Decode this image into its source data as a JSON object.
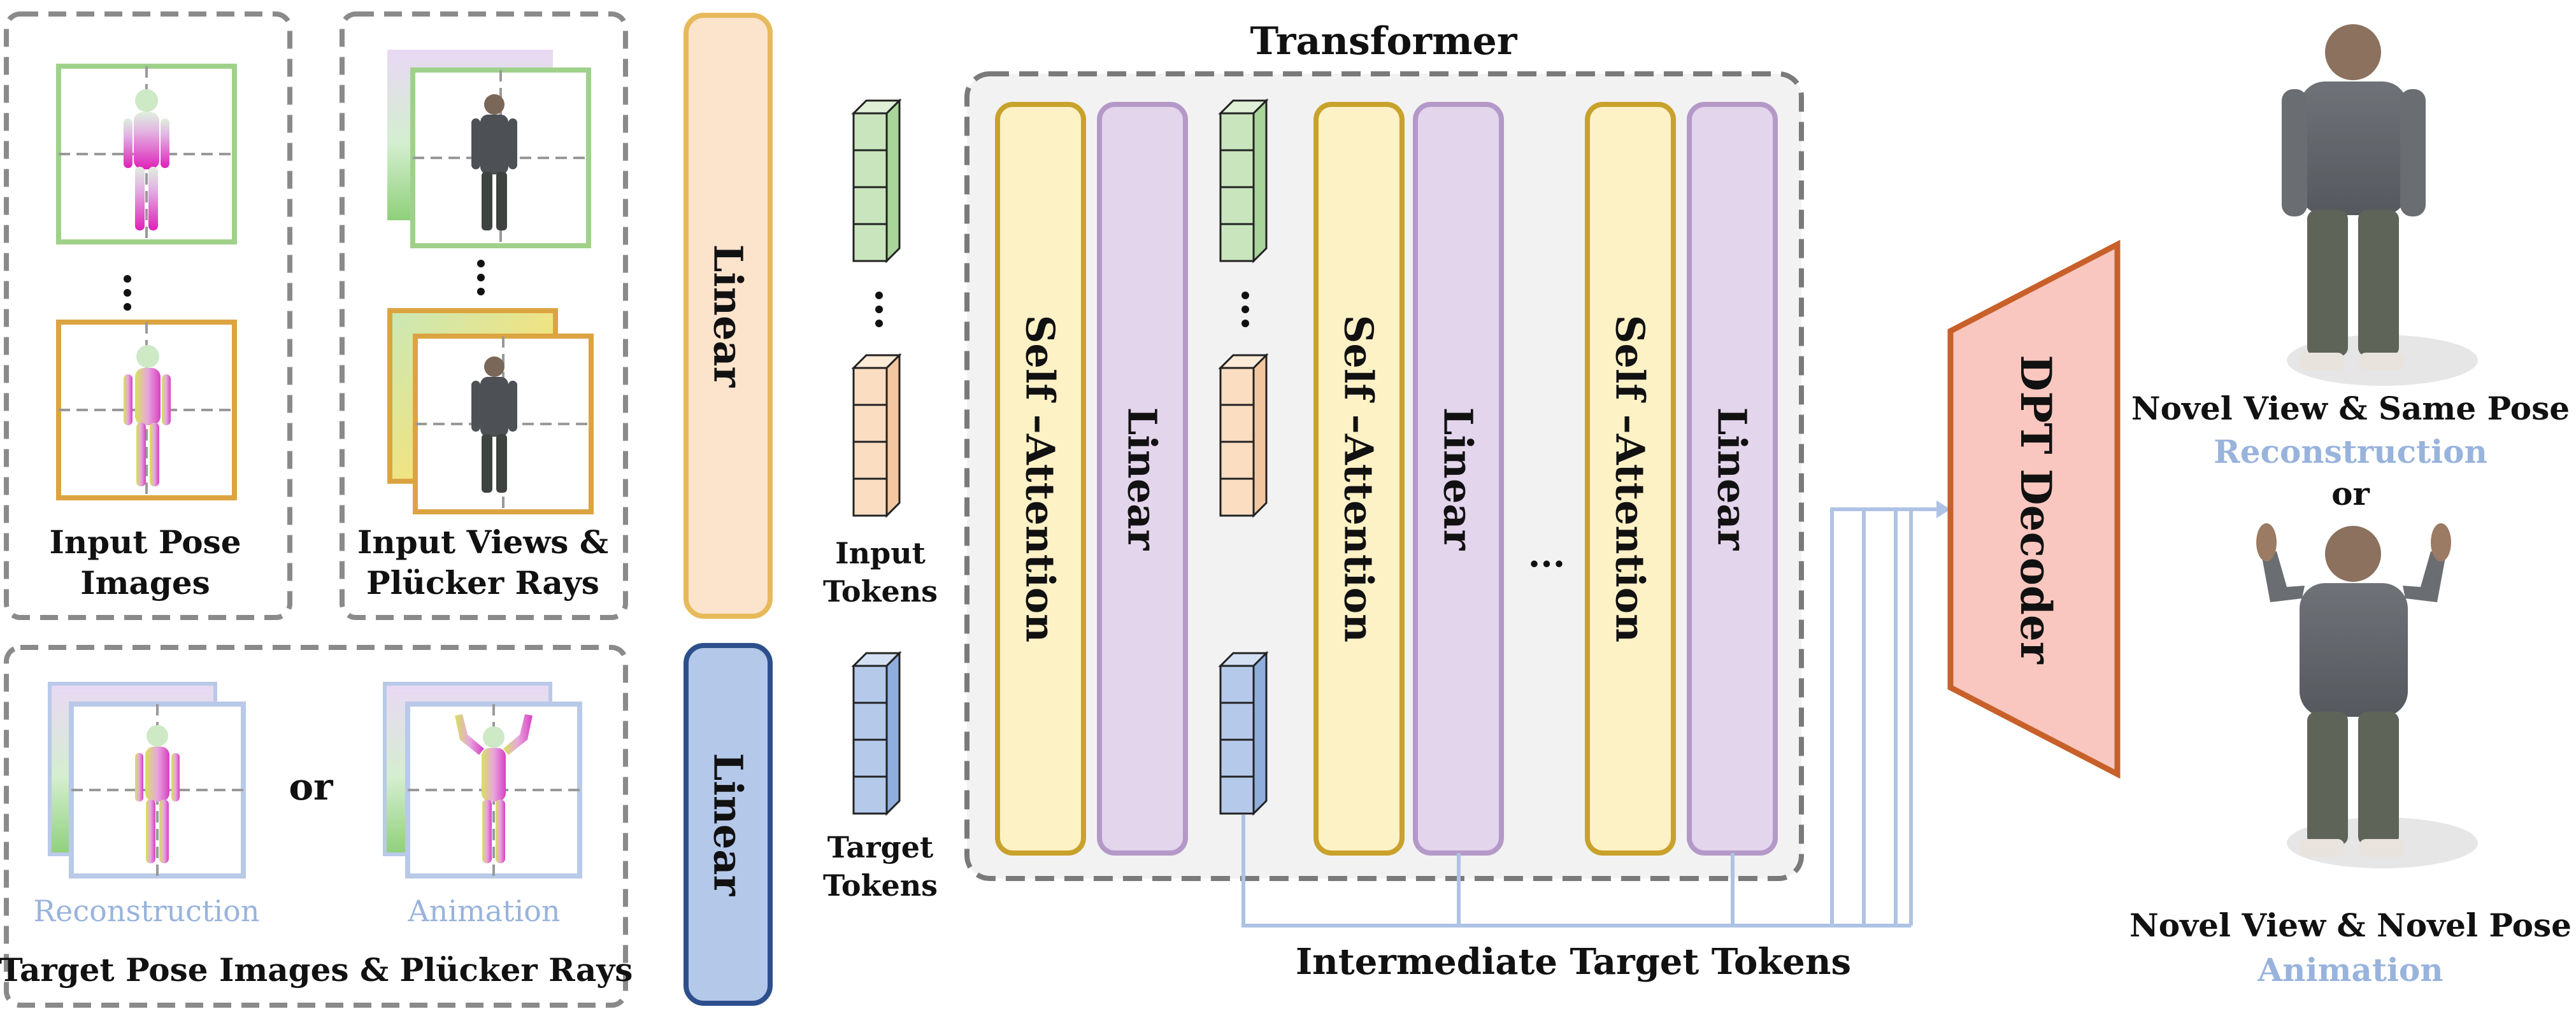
{
  "labels": {
    "input_pose_images_1": "Input Pose",
    "input_pose_images_2": "Images",
    "input_views_1": "Input Views &",
    "input_views_2": "Plücker Rays",
    "reconstruction_small": "Reconstruction",
    "animation_small": "Animation",
    "or_middle": "or",
    "target_pose_images": "Target Pose Images & Plücker Rays",
    "linear_top": "Linear",
    "linear_bottom": "Linear",
    "input_tokens_1": "Input",
    "input_tokens_2": "Tokens",
    "target_tokens_1": "Target",
    "target_tokens_2": "Tokens",
    "transformer": "Transformer",
    "self_attention": "Self –Attention",
    "linear_block": "Linear",
    "ellipsis": "...",
    "dpt_decoder": "DPT Decoder",
    "intermediate_target_tokens": "Intermediate Target Tokens",
    "novel_view_same_pose": "Novel View & Same Pose",
    "reconstruction": "Reconstruction",
    "or_right": "or",
    "novel_view_novel_pose": "Novel View & Novel Pose",
    "animation": "Animation"
  },
  "colors": {
    "orange_linear": "#fce3cc",
    "blue_linear": "#b4c8ea",
    "attention_fill": "#fdf1c6",
    "attention_stroke": "#c9a22c",
    "linear_fill": "#e3d5ec",
    "linear_stroke": "#b499c8",
    "dpt_fill": "#f9c7bf",
    "dpt_stroke": "#c8602a",
    "token_green": "#c9e5bd",
    "token_orange": "#fbddc1",
    "token_blue": "#b5c9ea",
    "connector": "#aec3e4"
  }
}
